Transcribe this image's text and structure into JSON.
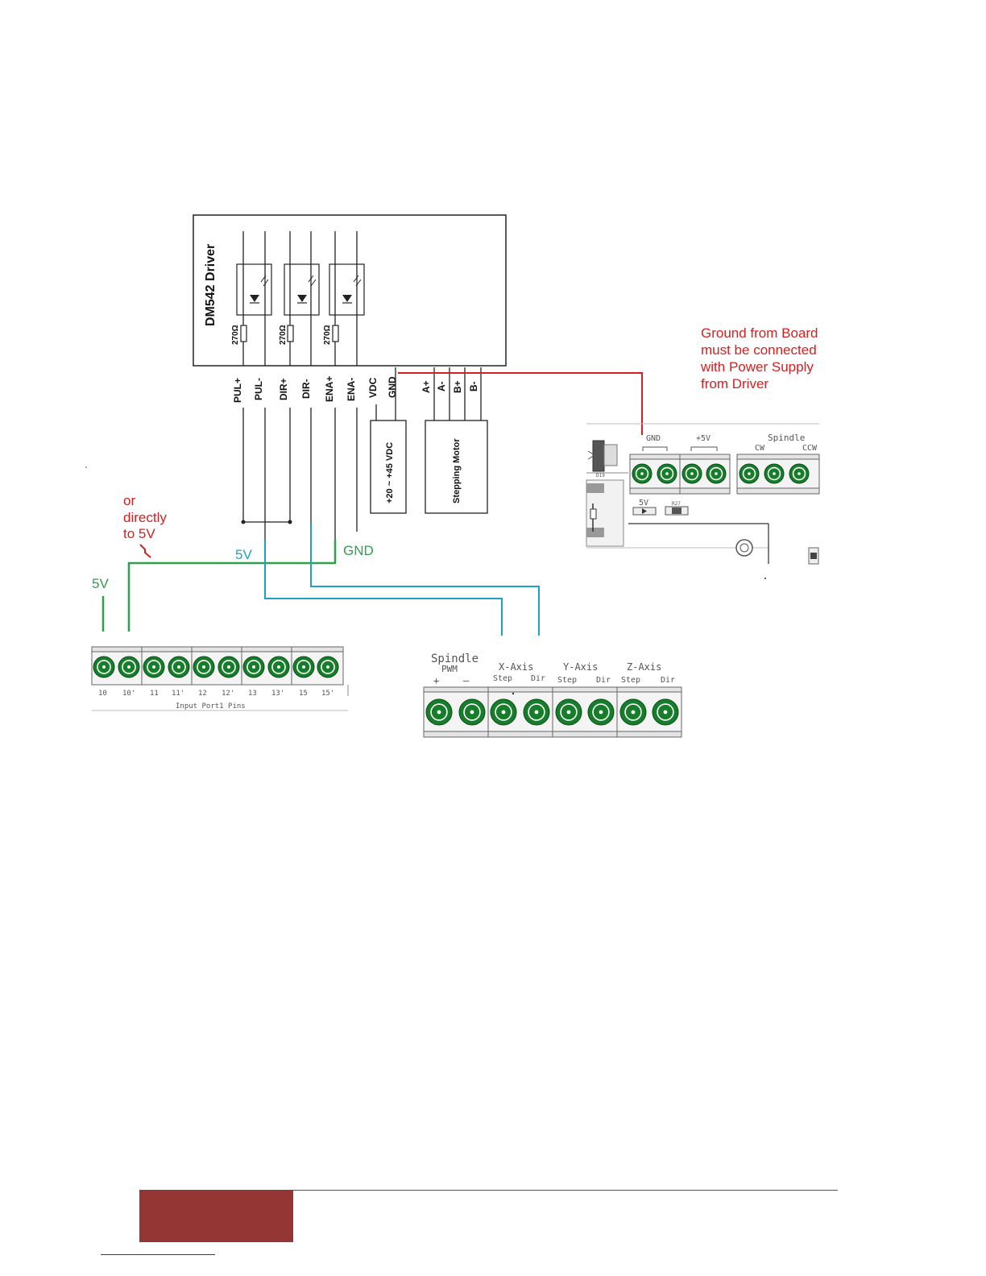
{
  "driver": {
    "title": "DM542 Driver",
    "resistor": "270Ω",
    "pins": [
      "PUL+",
      "PUL-",
      "DIR+",
      "DIR-",
      "ENA+",
      "ENA-",
      "VDC",
      "GND"
    ],
    "motor_pins": [
      "A+",
      "A-",
      "B+",
      "B-"
    ]
  },
  "power_supply": {
    "label": "+20 ~ +45 VDC"
  },
  "motor": {
    "label": "Stepping Motor"
  },
  "notes": {
    "ground": [
      "Ground from Board",
      "must be connected",
      "with Power Supply",
      "from Driver"
    ],
    "directly": [
      "or",
      "directly",
      "to 5V"
    ]
  },
  "wire_labels": {
    "five_v_green": "5V",
    "five_v_blue": "5V",
    "gnd": "GND"
  },
  "input_port": {
    "pins": [
      "10",
      "10'",
      "11",
      "11'",
      "12",
      "12'",
      "13",
      "13'",
      "15",
      "15'"
    ],
    "caption": "Input Port1 Pins"
  },
  "output_port": {
    "spindle": "Spindle",
    "pwm": "PWM",
    "plus": "+",
    "minus": "–",
    "axes": [
      "X-Axis",
      "Y-Axis",
      "Z-Axis"
    ],
    "step": "Step",
    "dir": "Dir"
  },
  "board": {
    "gnd": "GND",
    "plus5v": "+5V",
    "spindle": "Spindle",
    "cw": "CW",
    "ccw": "CCW",
    "fivev": "5V",
    "d19": "D19",
    "r27": "R27"
  },
  "colors": {
    "green": "#2e9e4f",
    "blue": "#1fa0c8",
    "red": "#d42020",
    "terminal": "#167d2a",
    "footer": "#943634"
  }
}
